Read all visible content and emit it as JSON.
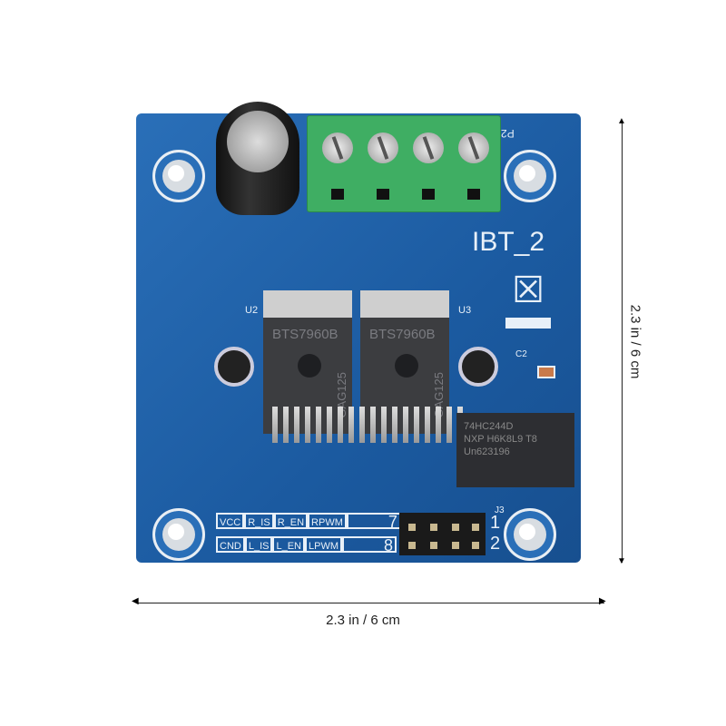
{
  "board": {
    "model_label": "IBT_2",
    "chip_refs": [
      "U2",
      "U3"
    ],
    "chips": [
      {
        "name": "BTS7960B",
        "code": "GAG125"
      },
      {
        "name": "BTS7960B",
        "code": "GAG125"
      }
    ],
    "logic_ic": [
      "74HC244D",
      "NXP H6K8L9 T8",
      "Un623196"
    ],
    "capacitor_ref": "C2",
    "header_ref": "J3",
    "terminal_ref": "P2",
    "pin_labels": {
      "row1": [
        "VCC",
        "R_IS",
        "R_EN",
        "RPWM",
        "7"
      ],
      "row2": [
        "CND",
        "L_IS",
        "L_EN",
        "LPWM",
        "8"
      ]
    },
    "pin_numbers": [
      "1",
      "2"
    ],
    "board_color": "#1b5aa0",
    "terminal_color": "#3fae63"
  },
  "dimensions": {
    "height_label": "2.3 in / 6 cm",
    "width_label": "2.3 in / 6 cm"
  }
}
